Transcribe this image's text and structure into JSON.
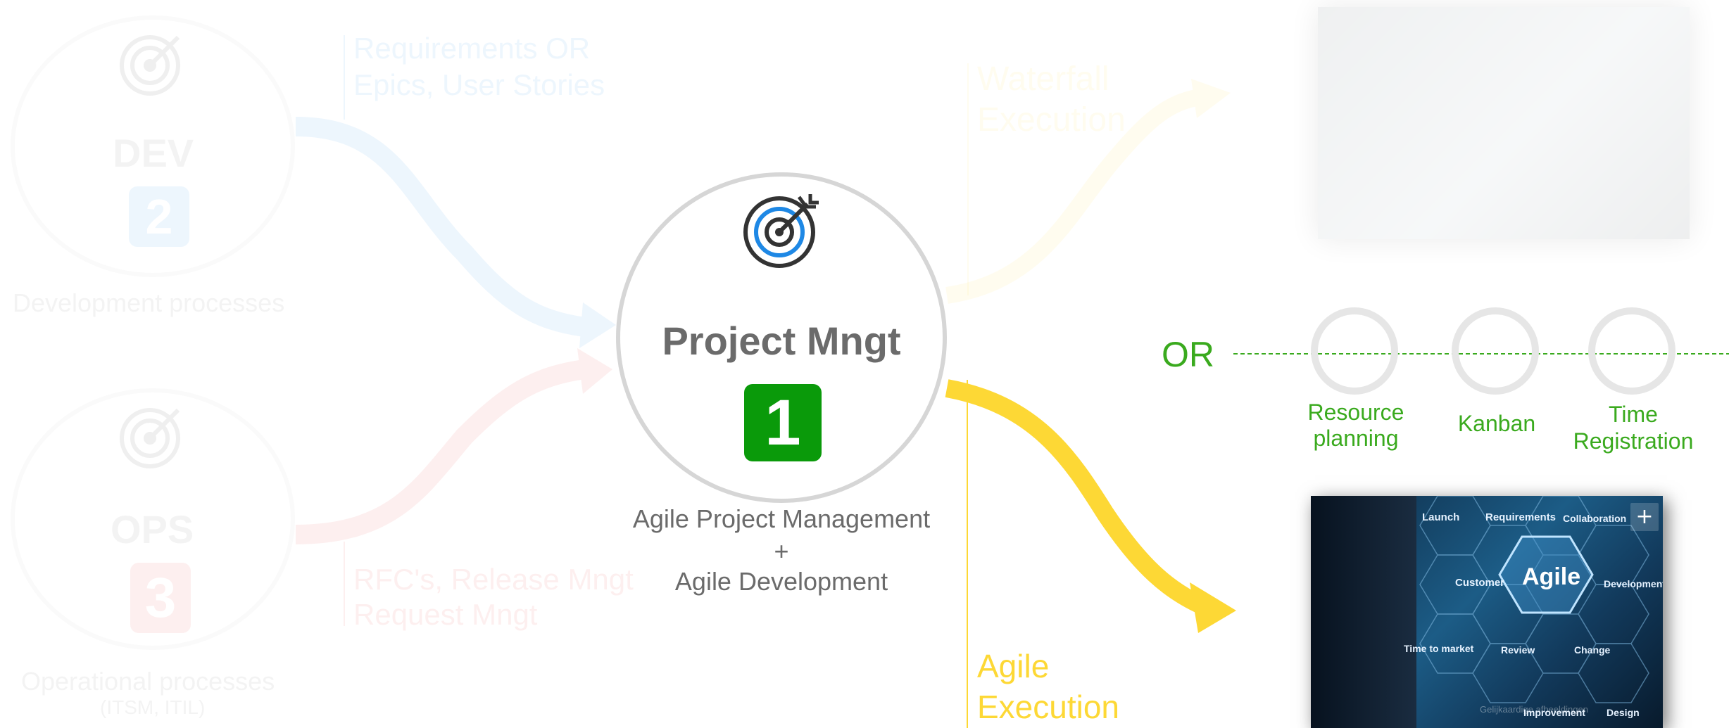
{
  "center": {
    "title": "Project Mngt",
    "badge": "1",
    "subtitle_line1": "Agile Project Management",
    "subtitle_line2": "+",
    "subtitle_line3": "Agile Development"
  },
  "dev": {
    "title": "DEV",
    "badge": "2",
    "caption": "Development processes",
    "flow_label_line1": "Requirements OR",
    "flow_label_line2": "Epics, User Stories"
  },
  "ops": {
    "title": "OPS",
    "badge": "3",
    "caption": "Operational processes",
    "caption_sub": "(ITSM, ITIL)",
    "flow_label_line1": "RFC's, Release Mngt",
    "flow_label_line2": "Request Mngt"
  },
  "waterfall": {
    "label_line1": "Waterfall",
    "label_line2": "Execution"
  },
  "agile": {
    "label_line1": "Agile",
    "label_line2": "Execution"
  },
  "or_label": "OR",
  "tools": [
    {
      "line1": "Resource",
      "line2": "planning"
    },
    {
      "line1": "Kanban",
      "line2": ""
    },
    {
      "line1": "Time",
      "line2": "Registration"
    }
  ],
  "agile_image": {
    "center_word": "Agile",
    "words": [
      "Launch",
      "Requirements",
      "Collaboration",
      "Customer",
      "Development",
      "Time to market",
      "Review",
      "Change",
      "Improvement",
      "Design"
    ],
    "plus_glyph": "+",
    "watermark": "Gelijkaardige afbeeldingen"
  },
  "colors": {
    "accent_yellow": "#fdd835",
    "green": "#3aaa1e",
    "badge_green": "#0a9a0a",
    "dev_blue": "#1e88e5",
    "ops_red": "#e53935",
    "text_gray": "#6b6b6b"
  },
  "icons": {
    "target": "target-icon"
  }
}
